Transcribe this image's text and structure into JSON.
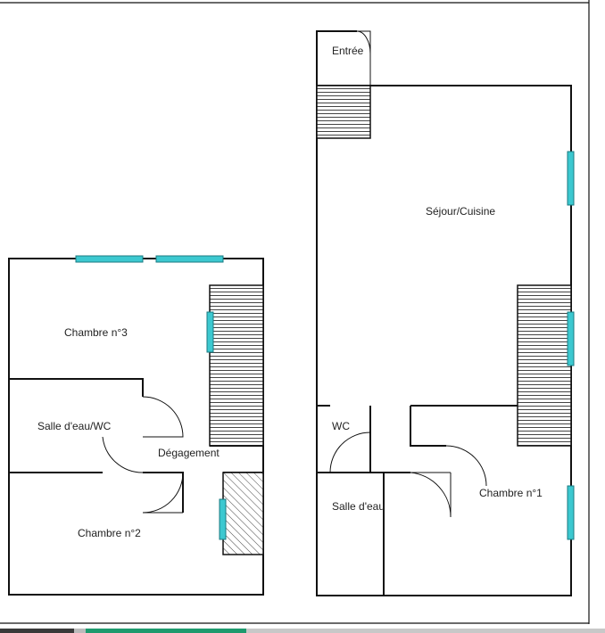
{
  "plan": {
    "rooms": {
      "entree": "Entrée",
      "sejour": "Séjour/Cuisine",
      "chambre3": "Chambre n°3",
      "salle_eau_wc": "Salle d'eau/WC",
      "degagement": "Dégagement",
      "chambre2": "Chambre n°2",
      "wc": "WC",
      "salle_eau": "Salle d'eau",
      "chambre1": "Chambre n°1"
    }
  },
  "colors": {
    "window": "#3cc8d0",
    "wall": "#111111",
    "bar_green": "#1e9a6e"
  }
}
